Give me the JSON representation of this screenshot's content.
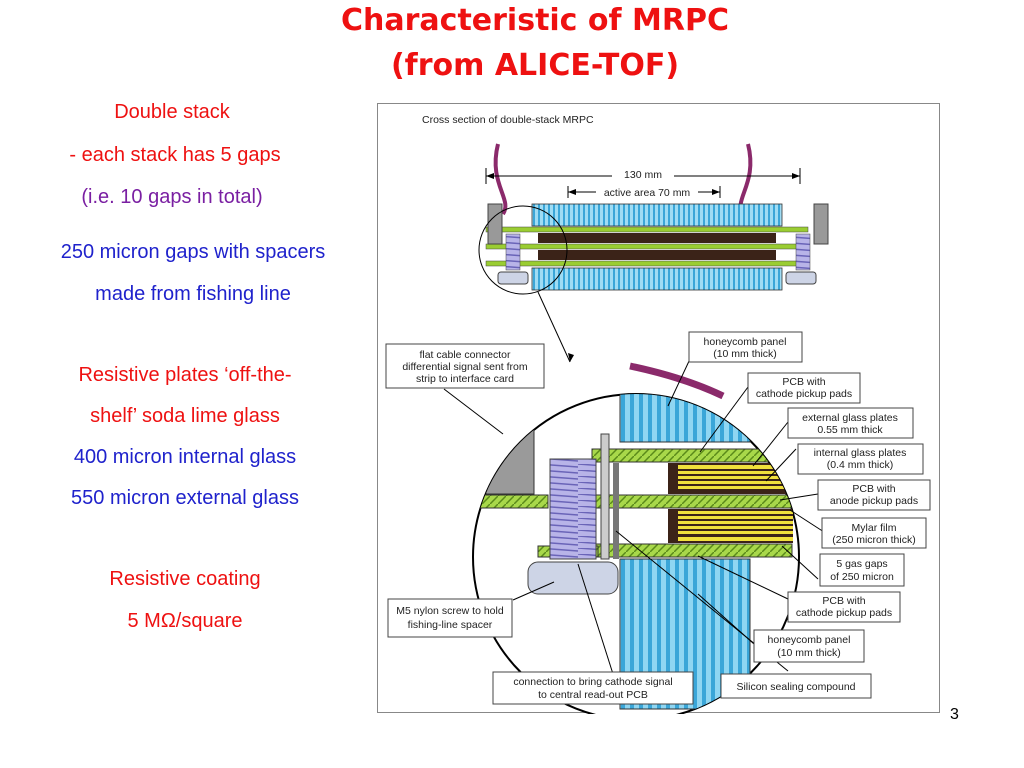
{
  "title": {
    "line1": "Characteristic of MRPC",
    "line2": "(from ALICE-TOF)"
  },
  "bullets": {
    "b1": "Double stack",
    "b2": "- each stack has 5 gaps",
    "b3": "(i.e. 10 gaps in total)",
    "b4": "250 micron gaps with spacers",
    "b5": "made from fishing line",
    "b6": "Resistive plates ‘off-the-",
    "b7": "shelf’ soda lime glass",
    "b8": "400 micron internal glass",
    "b9": "550 micron external glass",
    "b10": "Resistive coating",
    "b11": "5 MΩ/square"
  },
  "diagram": {
    "caption": "Cross section of double-stack MRPC",
    "dim_total": "130 mm",
    "dim_active": "active area 70 mm",
    "labels": {
      "flat_cable_1": "flat cable connector",
      "flat_cable_2": "differential signal sent from",
      "flat_cable_3": "strip to interface card",
      "honeycomb_top_1": "honeycomb panel",
      "honeycomb_top_2": "(10 mm thick)",
      "pcb_cathode_top_1": "PCB with",
      "pcb_cathode_top_2": "cathode pickup pads",
      "ext_glass_1": "external glass plates",
      "ext_glass_2": "0.55 mm thick",
      "int_glass_1": "internal glass plates",
      "int_glass_2": "(0.4 mm thick)",
      "pcb_anode_1": "PCB with",
      "pcb_anode_2": "anode pickup pads",
      "mylar_1": "Mylar film",
      "mylar_2": "(250 micron thick)",
      "gas_gaps_1": "5 gas gaps",
      "gas_gaps_2": "of 250 micron",
      "pcb_cathode_bot_1": "PCB with",
      "pcb_cathode_bot_2": "cathode pickup pads",
      "honeycomb_bot_1": "honeycomb panel",
      "honeycomb_bot_2": "(10 mm thick)",
      "m5_screw_1": "M5 nylon screw to hold",
      "m5_screw_2": "fishing-line spacer",
      "cathode_conn_1": "connection to bring cathode signal",
      "cathode_conn_2": "to central read-out PCB",
      "silicon": "Silicon sealing compound"
    }
  },
  "page_number": "3",
  "colors": {
    "title": "#ee1111",
    "blue_text": "#1f22cc",
    "purple_text": "#7a1fa2",
    "honeycomb": "#5bc0e8",
    "pcb": "#9acd32",
    "glass": "#f0e03c",
    "cable": "#8b2a6b"
  }
}
